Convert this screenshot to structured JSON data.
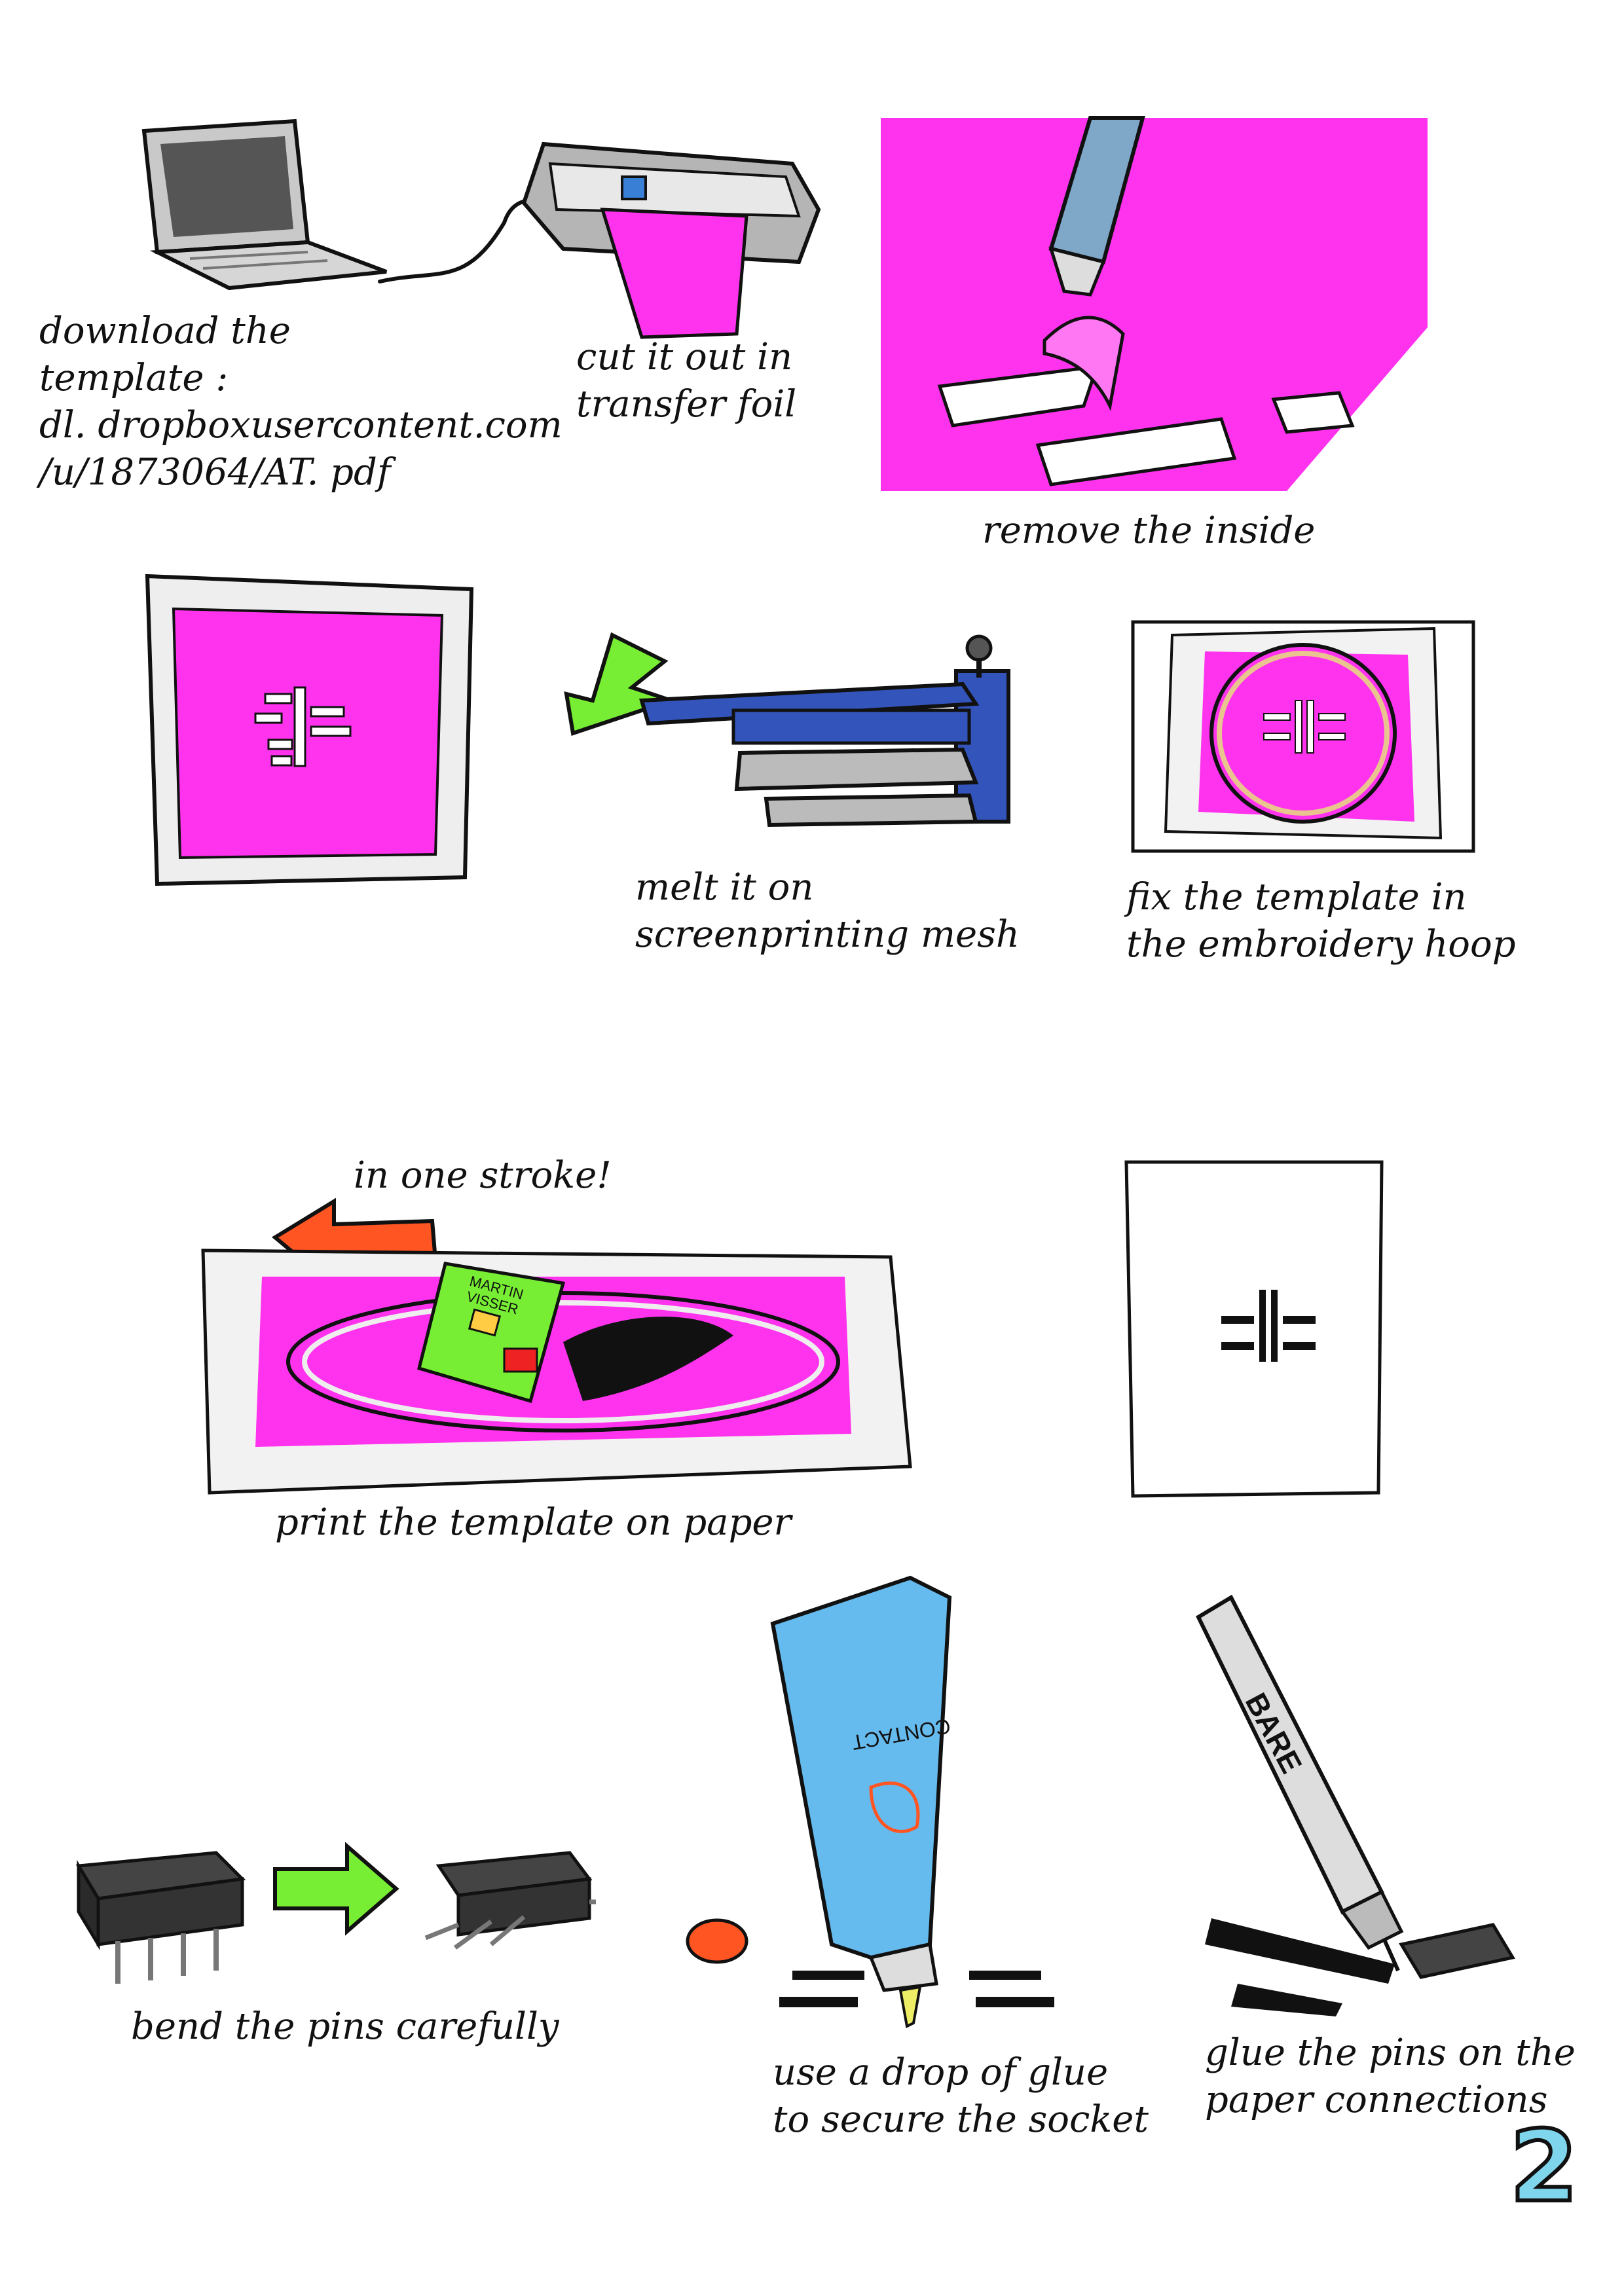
{
  "page": {
    "number": "2"
  },
  "steps": {
    "download": {
      "caption": "download the\ntemplate :\ndl. dropboxusercontent.com\n/u/1873064/AT. pdf"
    },
    "cut": {
      "caption": "cut it out in\ntransfer foil"
    },
    "remove": {
      "caption": "remove the inside"
    },
    "melt": {
      "caption": "melt it on\nscreenprinting mesh"
    },
    "fix": {
      "caption": "fix the template in\nthe embroidery hoop"
    },
    "stroke": {
      "caption": "in one stroke!"
    },
    "print": {
      "caption": "print the template on paper"
    },
    "bend": {
      "caption": "bend the pins carefully"
    },
    "glue": {
      "caption": "use a drop of glue\nto secure the socket"
    },
    "connect": {
      "caption": "glue the pins on the\npaper connections"
    }
  },
  "labels": {
    "card": "MARTIN VISSER",
    "glue_tube": "CONTACT",
    "pen": "BARE"
  },
  "colors": {
    "magenta": "#ff33ee",
    "green": "#77ee33",
    "orange": "#ff5522",
    "blue": "#3355bb",
    "light_blue": "#66bbee",
    "page_number": "#7fd6ec"
  }
}
